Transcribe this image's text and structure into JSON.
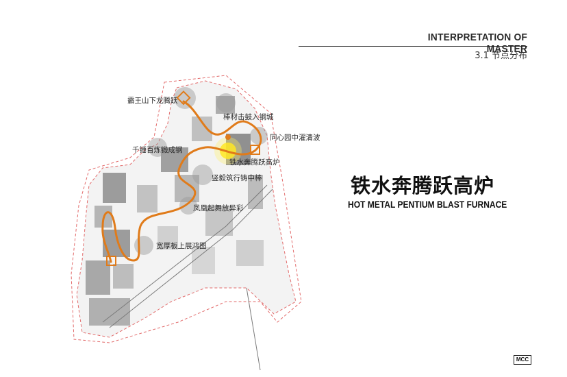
{
  "header": {
    "title": "INTERPRETATION OF MASTER",
    "subtitle": "3.1 节点分布"
  },
  "map": {
    "route_color": "#e07b1a",
    "highlight_color": "#ffd400",
    "node_labels": [
      "霸王山下龙腾跃",
      "棒材击鼓入钢城",
      "同心园中濯清波",
      "千锤百炼锻成钢",
      "铁水奔腾跃高炉",
      "竖毅筑行铸中棒",
      "凤凰起舞放异彩",
      "宽厚板上展鸿图"
    ]
  },
  "feature": {
    "title_cn": "铁水奔腾跃高炉",
    "title_en": "HOT METAL PENTIUM BLAST FURNACE"
  },
  "logo": {
    "text": "MCC"
  }
}
